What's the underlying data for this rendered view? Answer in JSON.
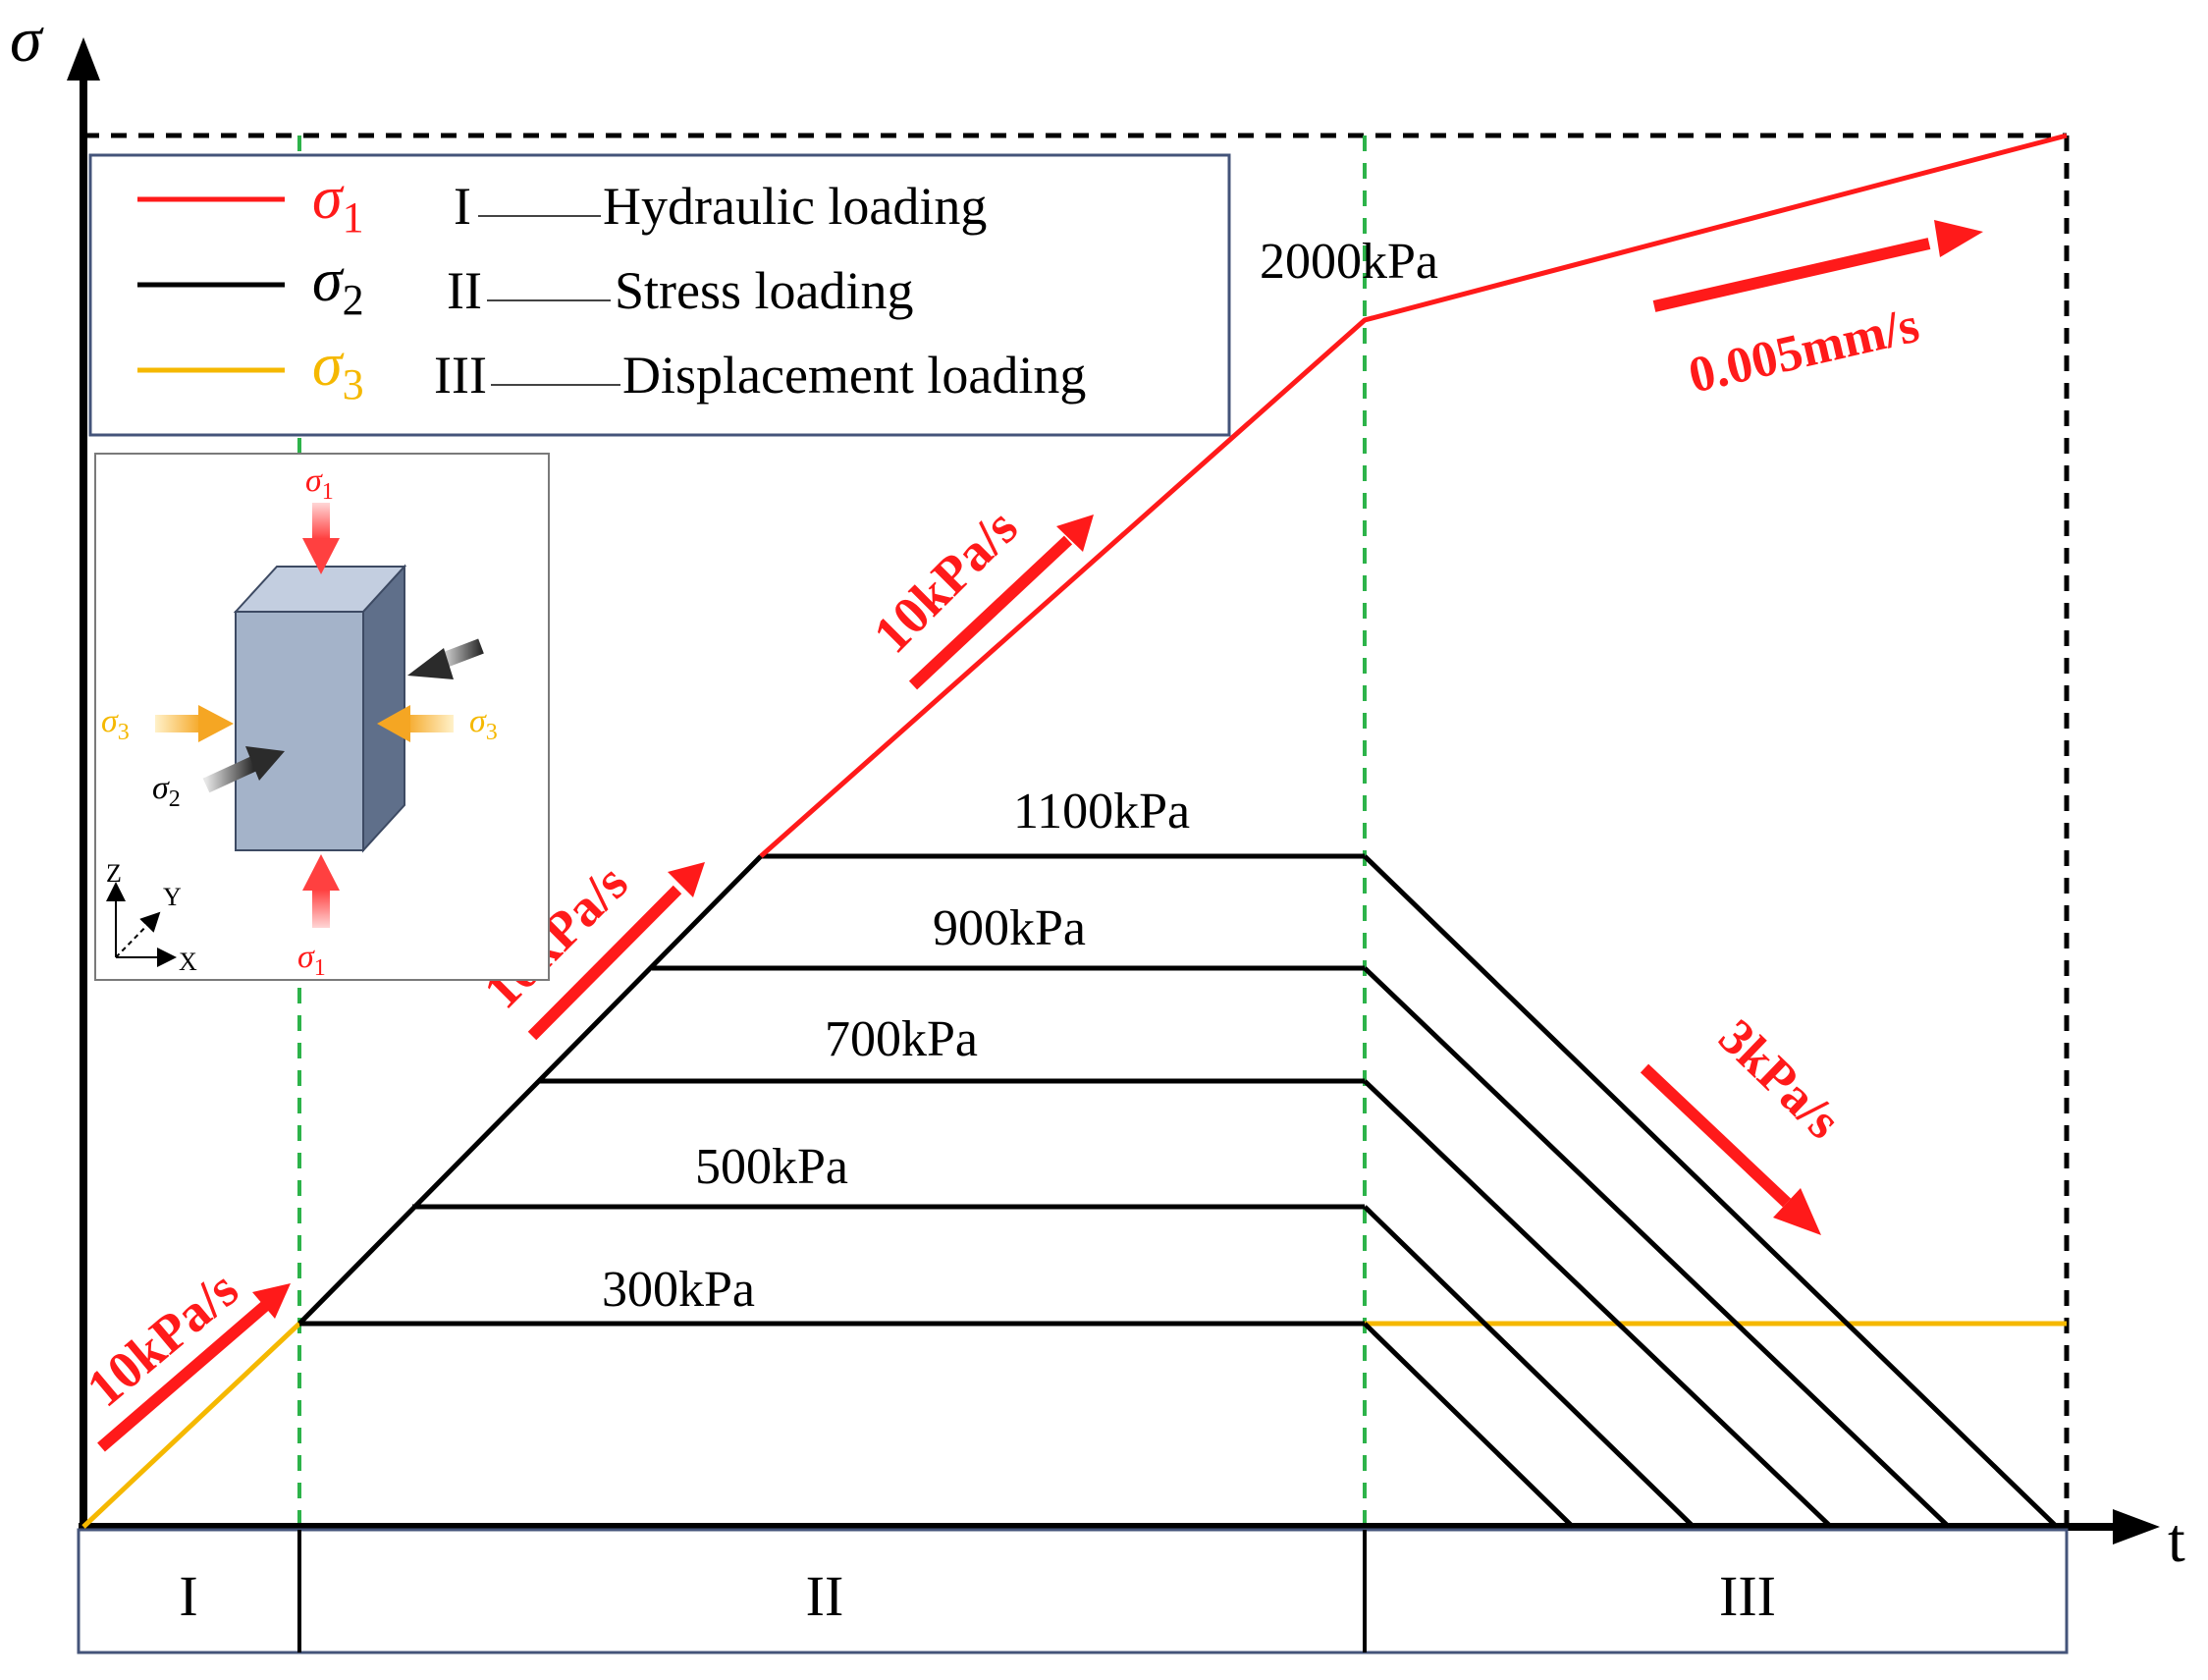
{
  "axes": {
    "y_symbol": "σ",
    "x_symbol": "t"
  },
  "legend": {
    "rows": [
      {
        "sym": "σ",
        "sub": "1",
        "color": "#ff1a1a",
        "roman": "I",
        "desc": "Hydraulic loading"
      },
      {
        "sym": "σ",
        "sub": "2",
        "color": "#000000",
        "roman": "II",
        "desc": "Stress loading"
      },
      {
        "sym": "σ",
        "sub": "3",
        "color": "#f5b800",
        "roman": "III",
        "desc": "Displacement loading"
      }
    ]
  },
  "stages": [
    "I",
    "II",
    "III"
  ],
  "level_labels": [
    "300kPa",
    "500kPa",
    "700kPa",
    "900kPa",
    "1100kPa"
  ],
  "peak_label": "2000kPa",
  "rates": {
    "stage1": "10kPa/s",
    "stage2a": "10kPa/s",
    "stage2b": "10kPa/s",
    "stage3_disp": "0.005mm/s",
    "stage3_unload": "3kPa/s"
  },
  "inset": {
    "sigma": "σ",
    "sub1": "1",
    "sub2": "2",
    "sub3": "3",
    "z": "Z",
    "y": "Y",
    "x": "X"
  },
  "colors": {
    "sigma1": "#ff1a1a",
    "sigma2": "#000000",
    "sigma3": "#f5b800",
    "guide": "#2db34a",
    "box": "#44547a",
    "block_front": "#a4b3c9",
    "block_side": "#5f6f8a",
    "block_top": "#c3cee0"
  }
}
